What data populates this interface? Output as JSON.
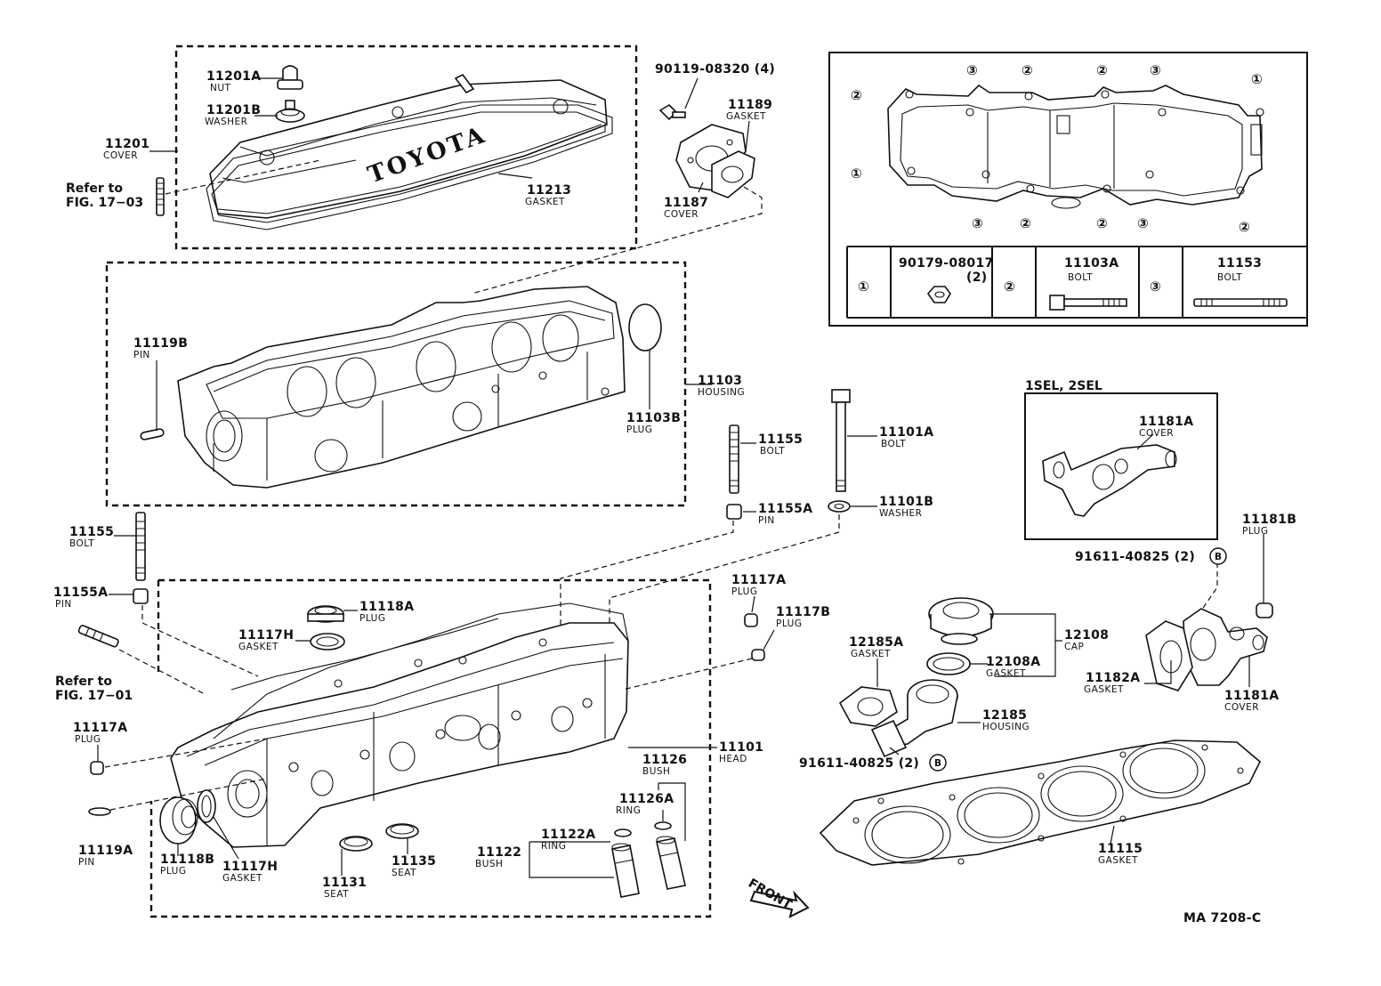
{
  "labels": {
    "nut_11201a": {
      "pn": "11201A",
      "nm": "NUT"
    },
    "washer_11201b": {
      "pn": "11201B",
      "nm": "WASHER"
    },
    "cover_11201": {
      "pn": "11201",
      "nm": "COVER"
    },
    "refer_1703_a": "Refer to",
    "refer_1703_b": "FIG. 17−03",
    "gasket_11213": {
      "pn": "11213",
      "nm": "GASKET"
    },
    "bolt_90119": "90119-08320 (4)",
    "gasket_11189": {
      "pn": "11189",
      "nm": "GASKET"
    },
    "cover_11187": {
      "pn": "11187",
      "nm": "COVER"
    },
    "pin_11119b": {
      "pn": "11119B",
      "nm": "PIN"
    },
    "housing_11103": {
      "pn": "11103",
      "nm": "HOUSING"
    },
    "plug_11103b": {
      "pn": "11103B",
      "nm": "PLUG"
    },
    "bolt_11155_top": {
      "pn": "11155",
      "nm": "BOLT"
    },
    "pin_11155a_top": {
      "pn": "11155A",
      "nm": "PIN"
    },
    "bolt_11101a": {
      "pn": "11101A",
      "nm": "BOLT"
    },
    "washer_11101b": {
      "pn": "11101B",
      "nm": "WASHER"
    },
    "bolt_11155_left": {
      "pn": "11155",
      "nm": "BOLT"
    },
    "pin_11155a_left": {
      "pn": "11155A",
      "nm": "PIN"
    },
    "refer_1701_a": "Refer to",
    "refer_1701_b": "FIG. 17−01",
    "plug_11117a_left": {
      "pn": "11117A",
      "nm": "PLUG"
    },
    "pin_11119a": {
      "pn": "11119A",
      "nm": "PIN"
    },
    "plug_11118b": {
      "pn": "11118B",
      "nm": "PLUG"
    },
    "gasket_11117h_bot": {
      "pn": "11117H",
      "nm": "GASKET"
    },
    "seat_11131": {
      "pn": "11131",
      "nm": "SEAT"
    },
    "seat_11135": {
      "pn": "11135",
      "nm": "SEAT"
    },
    "plug_11118a": {
      "pn": "11118A",
      "nm": "PLUG"
    },
    "gasket_11117h_top": {
      "pn": "11117H",
      "nm": "GASKET"
    },
    "plug_11117a_right": {
      "pn": "11117A",
      "nm": "PLUG"
    },
    "plug_11117b": {
      "pn": "11117B",
      "nm": "PLUG"
    },
    "head_11101": {
      "pn": "11101",
      "nm": "HEAD"
    },
    "bush_11126": {
      "pn": "11126",
      "nm": "BUSH"
    },
    "ring_11126a": {
      "pn": "11126A",
      "nm": "RING"
    },
    "ring_11122a": {
      "pn": "11122A",
      "nm": "RING"
    },
    "bush_11122": {
      "pn": "11122",
      "nm": "BUSH"
    },
    "front": "FRONT",
    "sel_heading": "1SEL, 2SEL",
    "cover_11181a_top": {
      "pn": "11181A",
      "nm": "COVER"
    },
    "plug_11181b": {
      "pn": "11181B",
      "nm": "PLUG"
    },
    "bolt_91611_top": "91611-40825 (2)",
    "cap_12108": {
      "pn": "12108",
      "nm": "CAP"
    },
    "gasket_12185a": {
      "pn": "12185A",
      "nm": "GASKET"
    },
    "gasket_12108a": {
      "pn": "12108A",
      "nm": "GASKET"
    },
    "housing_12185": {
      "pn": "12185",
      "nm": "HOUSING"
    },
    "bolt_91611_bot": "91611-40825 (2)",
    "gasket_11182a": {
      "pn": "11182A",
      "nm": "GASKET"
    },
    "cover_11181a_bot": {
      "pn": "11181A",
      "nm": "COVER"
    },
    "gasket_11115": {
      "pn": "11115",
      "nm": "GASKET"
    },
    "drawing_id": "MA 7208-C",
    "circle_b": "B"
  },
  "legend_box": {
    "markers": {
      "one": "①",
      "two": "②",
      "three": "③"
    },
    "row_1": {
      "pn": "90179-08017",
      "qty": "(2)"
    },
    "row_2": {
      "pn": "11103A",
      "nm": "BOLT"
    },
    "row_3": {
      "pn": "11153",
      "nm": "BOLT"
    }
  },
  "emblem": "TOYOTA"
}
